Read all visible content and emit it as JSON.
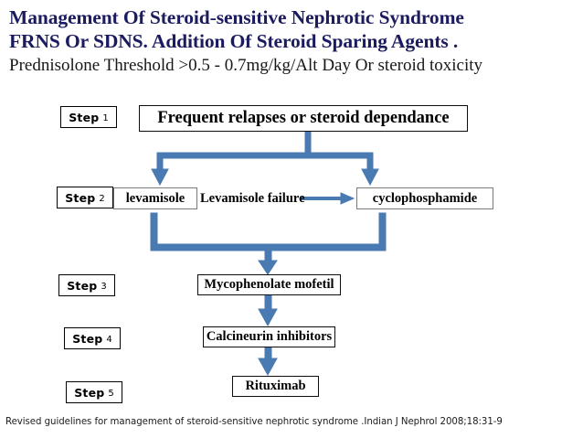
{
  "title": {
    "line1": "Management Of Steroid-sensitive Nephrotic Syndrome",
    "line2": "FRNS Or SDNS. Addition Of Steroid Sparing Agents .",
    "line3": "Prednisolone Threshold >0.5 - 0.7mg/kg/Alt Day Or steroid toxicity",
    "color": "#1b1b60",
    "subtitle_color": "#171717"
  },
  "steps": [
    {
      "word": "Step",
      "number": "1"
    },
    {
      "word": "Step",
      "number": "2"
    },
    {
      "word": "Step",
      "number": "3"
    },
    {
      "word": "Step",
      "number": "4"
    },
    {
      "word": "Step",
      "number": "5"
    }
  ],
  "flowchart": {
    "head_box": "Frequent relapses or steroid dependance",
    "levamisole_box": "levamisole",
    "levamisole_failure_label": "Levamisole failure",
    "cyclophosphamide_box": "cyclophosphamide",
    "mmf_box": "Mycophenolate mofetil",
    "cni_box": "Calcineurin inhibitors",
    "rituximab_box": "Rituximab",
    "connector_color": "#4a7ab2",
    "box_border_black": "#0d0d0d",
    "box_border_gray": "#7a7a7a"
  },
  "footer": {
    "citation": "Revised guidelines for management of steroid-sensitive nephrotic syndrome .Indian J Nephrol 2008;18:31-9"
  }
}
